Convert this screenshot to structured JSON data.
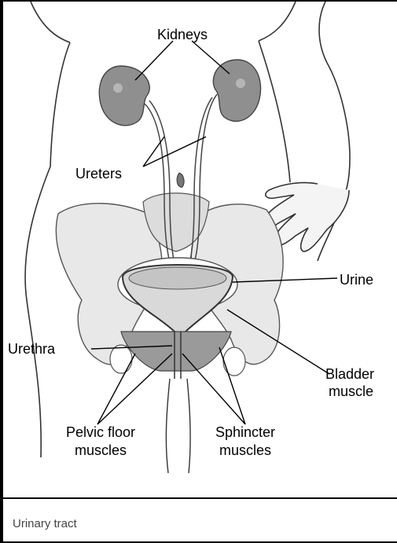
{
  "figure": {
    "labels": {
      "kidneys": "Kidneys",
      "ureters": "Ureters",
      "urine": "Urine",
      "urethra": "Urethra",
      "bladder_line1": "Bladder",
      "bladder_line2": "muscle",
      "pelvic_line1": "Pelvic floor",
      "pelvic_line2": "muscles",
      "sphincter_line1": "Sphincter",
      "sphincter_line2": "muscles"
    }
  },
  "caption": {
    "text": "Urinary tract"
  }
}
